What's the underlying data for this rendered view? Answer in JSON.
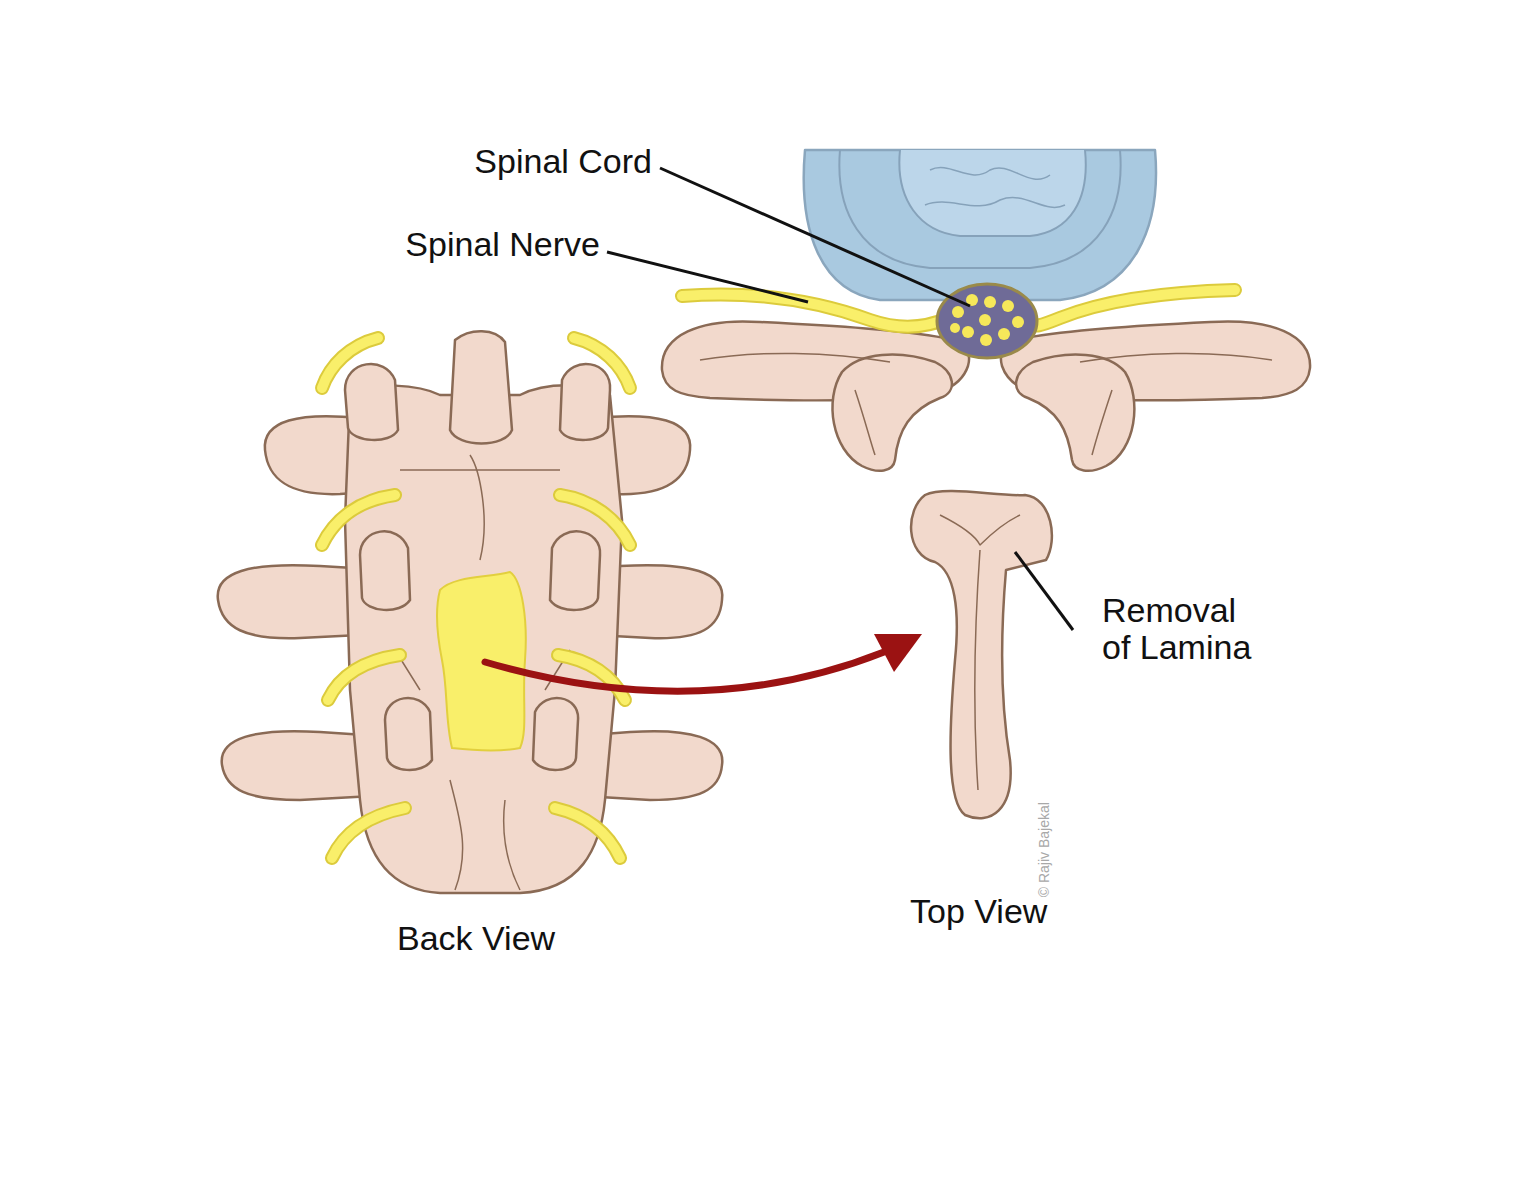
{
  "diagram": {
    "labels": [
      "Spinal Cord",
      "Spinal Nerve",
      "Removal of Lamina",
      "Back View",
      "Top View",
      "© Rajiv Bajekal"
    ]
  }
}
